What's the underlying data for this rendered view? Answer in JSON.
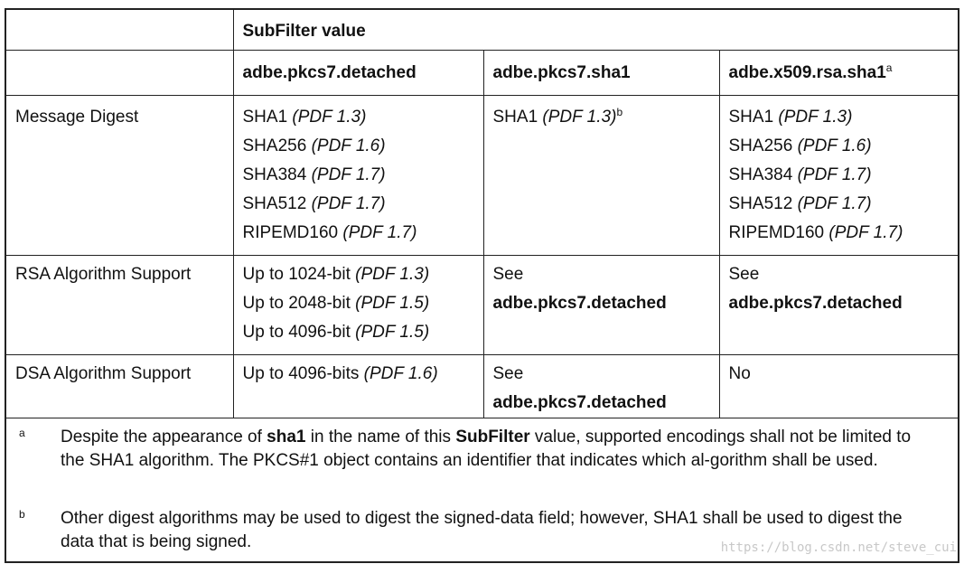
{
  "header": {
    "subfilter_label": "SubFilter value",
    "columns": [
      "adbe.pkcs7.detached",
      "adbe.pkcs7.sha1",
      "adbe.x509.rsa.sha1"
    ],
    "col3_sup": "a"
  },
  "rows": {
    "message_digest": {
      "label": "Message Digest",
      "col1": [
        {
          "name": "SHA1",
          "ver": "(PDF 1.3)"
        },
        {
          "name": "SHA256",
          "ver": "(PDF 1.6)"
        },
        {
          "name": "SHA384",
          "ver": "(PDF 1.7)"
        },
        {
          "name": "SHA512",
          "ver": "(PDF 1.7)"
        },
        {
          "name": "RIPEMD160",
          "ver": "(PDF 1.7)"
        }
      ],
      "col2": {
        "name": "SHA1",
        "ver": "(PDF 1.3)",
        "sup": "b"
      },
      "col3": [
        {
          "name": "SHA1",
          "ver": "(PDF 1.3)"
        },
        {
          "name": "SHA256",
          "ver": "(PDF 1.6)"
        },
        {
          "name": "SHA384",
          "ver": "(PDF 1.7)"
        },
        {
          "name": "SHA512",
          "ver": "(PDF 1.7)"
        },
        {
          "name": "RIPEMD160",
          "ver": "(PDF 1.7)"
        }
      ]
    },
    "rsa": {
      "label": "RSA Algorithm Support",
      "col1": [
        {
          "name": "Up to 1024-bit",
          "ver": "(PDF 1.3)"
        },
        {
          "name": "Up to 2048-bit",
          "ver": "(PDF 1.5)"
        },
        {
          "name": "Up to 4096-bit",
          "ver": "(PDF 1.5)"
        }
      ],
      "col2": {
        "see": "See",
        "ref": "adbe.pkcs7.detached"
      },
      "col3": {
        "see": "See",
        "ref": "adbe.pkcs7.detached"
      }
    },
    "dsa": {
      "label": "DSA Algorithm Support",
      "col1": {
        "name": "Up to 4096-bits",
        "ver": "(PDF 1.6)"
      },
      "col2": {
        "see": "See",
        "ref": "adbe.pkcs7.detached"
      },
      "col3": "No"
    }
  },
  "footnotes": {
    "a": {
      "mark": "a",
      "t1": "Despite the appearance of ",
      "b1": "sha1",
      "t2": " in the name of this ",
      "b2": "SubFilter",
      "t3": " value, supported encodings shall not be limited to the SHA1 algorithm. The PKCS#1 object contains an identifier that indicates which al-gorithm shall be used."
    },
    "b": {
      "mark": "b",
      "text": "Other digest algorithms may be used to digest the signed-data field; however, SHA1 shall be used to digest the data that is being signed."
    }
  },
  "watermark": "https://blog.csdn.net/steve_cui"
}
